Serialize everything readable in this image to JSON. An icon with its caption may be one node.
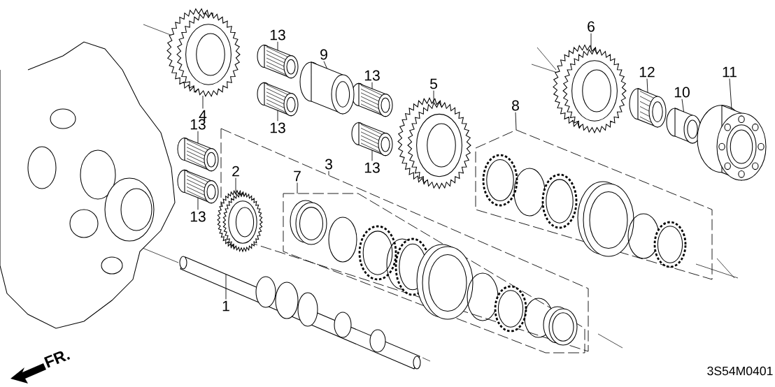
{
  "diagram": {
    "nodes": [
      {
        "text": [
          "4"
        ]
      },
      {
        "text": [
          "13"
        ]
      },
      {
        "text": [
          "9"
        ]
      },
      {
        "text": [
          "13"
        ]
      },
      {
        "text": [
          "13"
        ]
      },
      {
        "text": [
          "13"
        ]
      },
      {
        "text": [
          "6"
        ]
      },
      {
        "text": [
          "5"
        ]
      },
      {
        "text": [
          "12"
        ]
      },
      {
        "text": [
          "10"
        ]
      },
      {
        "text": [
          "11"
        ]
      },
      {
        "text": [
          "8"
        ]
      },
      {
        "text": [
          "13"
        ]
      },
      {
        "text": [
          "13"
        ]
      },
      {
        "text": [
          "3"
        ]
      },
      {
        "text": [
          "2"
        ],
        "in": 32
      },
      {
        "text": [
          "7"
        ],
        "in": 32
      },
      {
        "text": [
          "1"
        ]
      },
      {
        "text": [],
        "shape": "picture"
      },
      {
        "text": [],
        "shape": "picture"
      },
      {
        "text": [],
        "shape": "picture"
      },
      {
        "text": [],
        "shape": "picture"
      },
      {
        "text": [],
        "shape": "picture"
      },
      {
        "text": [],
        "shape": "picture"
      },
      {
        "text": [],
        "shape": "picture"
      },
      {
        "text": [],
        "shape": "cylinder"
      },
      {
        "text": [],
        "shape": "picture"
      },
      {
        "text": [],
        "shape": "picture"
      },
      {
        "text": [],
        "shape": "picture"
      },
      {
        "text": [],
        "shape": "cylinder"
      },
      {
        "text": [],
        "shape": "picture"
      },
      {
        "text": [],
        "shape": "box"
      },
      {
        "text": [],
        "shape": "box"
      },
      {
        "text": [],
        "shape": "picture",
        "in": 32
      },
      {
        "text": [],
        "shape": "box",
        "in": 32
      },
      {
        "text": [],
        "shape": "picture"
      }
    ],
    "edges": [
      {
        "from": 0,
        "to": 18,
        "arrow": "none"
      },
      {
        "from": 1,
        "to": 19,
        "arrow": "none"
      },
      {
        "from": 2,
        "to": 25,
        "arrow": "none"
      },
      {
        "from": 3,
        "to": 20,
        "arrow": "none"
      },
      {
        "from": 4,
        "to": 21,
        "arrow": "none"
      },
      {
        "from": 5,
        "to": 22,
        "arrow": "none"
      },
      {
        "from": 6,
        "to": 27,
        "arrow": "none"
      },
      {
        "from": 7,
        "to": 26,
        "arrow": "none"
      },
      {
        "from": 8,
        "to": 28,
        "arrow": "none"
      },
      {
        "from": 9,
        "to": 29,
        "arrow": "none"
      },
      {
        "from": 10,
        "to": 30,
        "arrow": "none"
      },
      {
        "from": 11,
        "to": 31,
        "arrow": "none"
      },
      {
        "from": 12,
        "to": 23,
        "arrow": "none"
      },
      {
        "from": 13,
        "to": 24,
        "arrow": "none"
      },
      {
        "from": 14,
        "to": 32,
        "arrow": "none"
      },
      {
        "from": 15,
        "to": 33,
        "arrow": "none"
      },
      {
        "from": 16,
        "to": 34,
        "arrow": "none"
      },
      {
        "from": 17,
        "to": 35,
        "arrow": "none"
      }
    ],
    "labels": [
      "FR.",
      "3S54M0401"
    ]
  }
}
